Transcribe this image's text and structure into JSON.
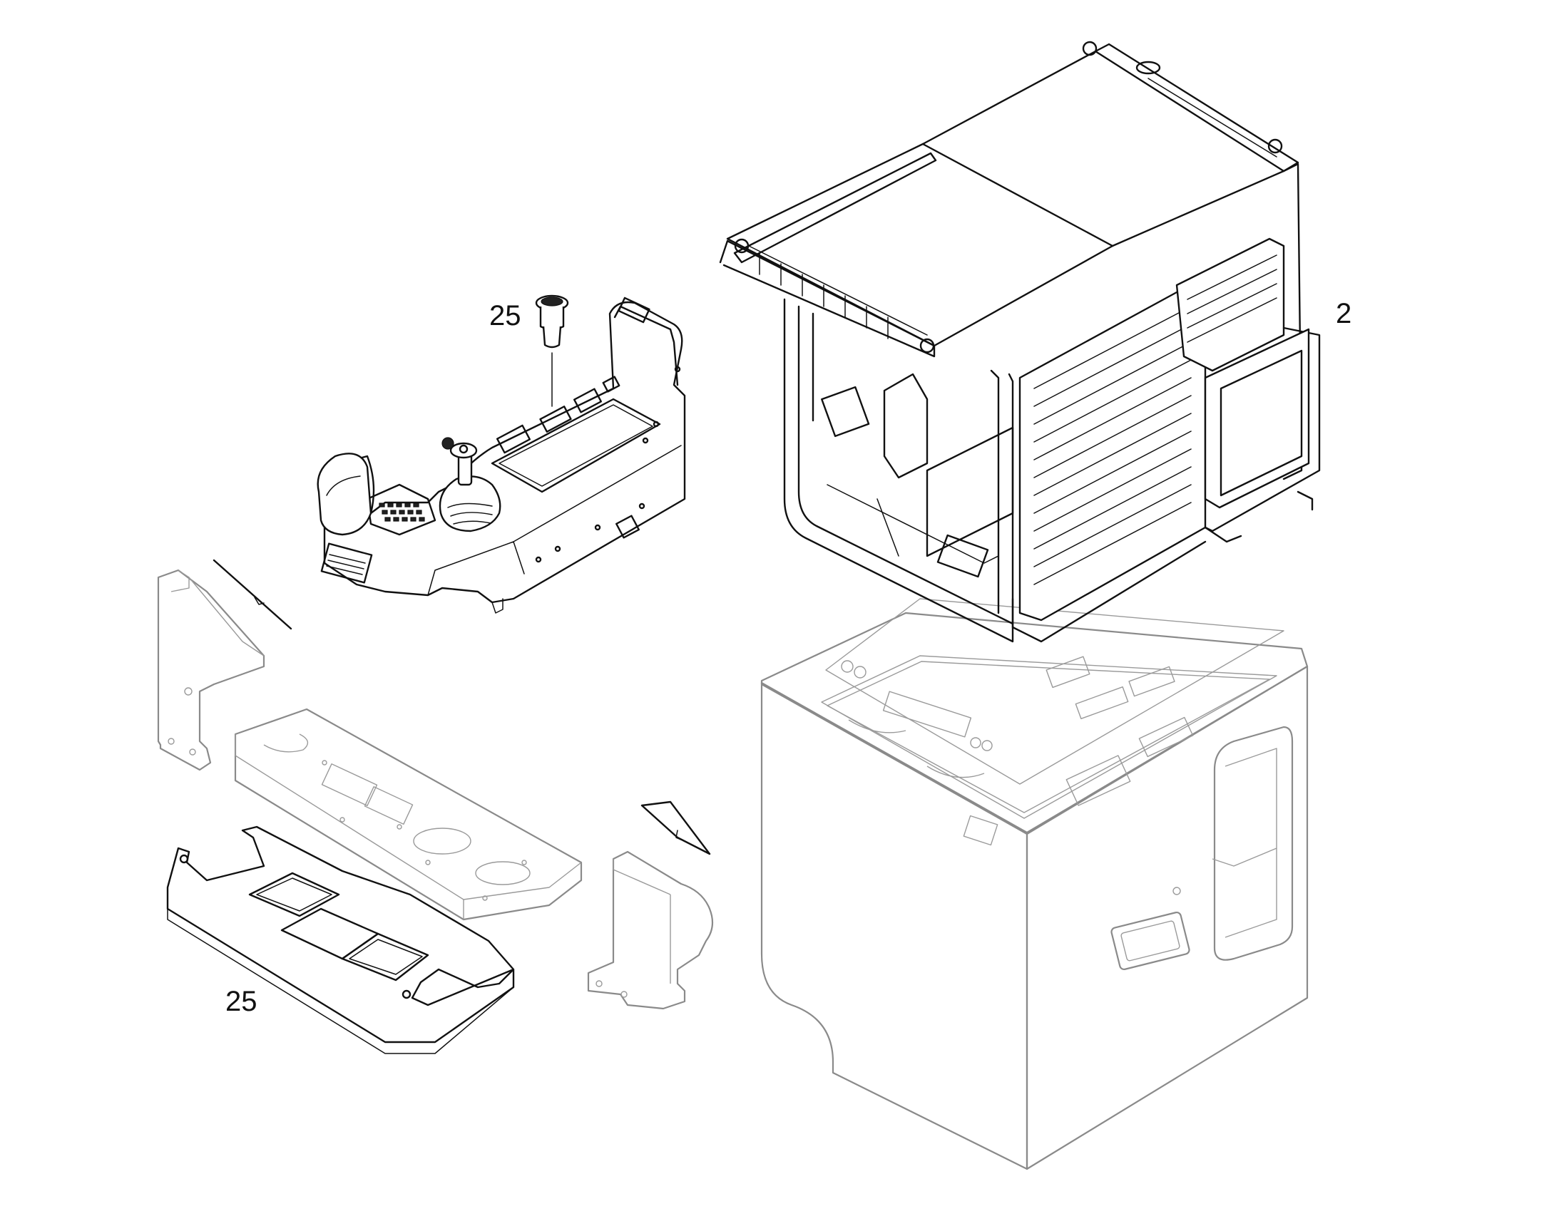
{
  "diagram": {
    "callouts": {
      "cab": "2",
      "ignition_switch": "25",
      "floor_mat": "25"
    }
  }
}
